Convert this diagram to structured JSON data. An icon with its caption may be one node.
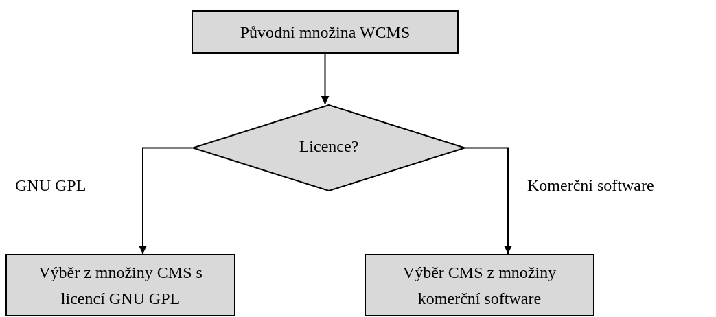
{
  "diagram": {
    "nodes": [
      {
        "text": [
          "Původní množina WCMS"
        ]
      },
      {
        "text": [
          "Licence?"
        ]
      },
      {
        "text": [
          "Výběr z množiny CMS s licencí GNU GPL"
        ]
      },
      {
        "text": [
          "Výběr CMS z množiny komerční software"
        ]
      }
    ],
    "edges": [
      {
        "from": 0,
        "to": 1,
        "arrow": "to"
      },
      {
        "from": 1,
        "to": 2,
        "arrow": "to"
      },
      {
        "from": 1,
        "to": 3,
        "arrow": "to"
      }
    ],
    "labels": [
      "GNU GPL",
      "Komerční software"
    ]
  }
}
